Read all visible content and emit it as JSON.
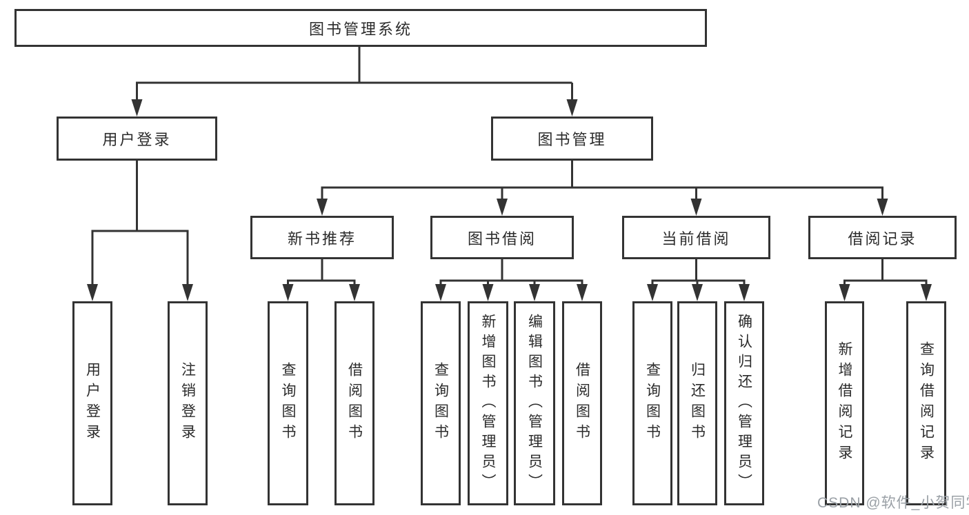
{
  "diagram": {
    "watermark": "CSDN @软件_小贺同学",
    "colors": {
      "line": "#333333",
      "box_border": "#333333",
      "box_fill": "#ffffff",
      "text": "#2b2b2b",
      "watermark": "#9aa0a6"
    },
    "tree": {
      "label": "图书管理系统",
      "children": [
        {
          "label": "用户登录",
          "children": [
            {
              "label": "用户登录"
            },
            {
              "label": "注销登录"
            }
          ]
        },
        {
          "label": "图书管理",
          "children": [
            {
              "label": "新书推荐",
              "children": [
                {
                  "label": "查询图书"
                },
                {
                  "label": "借阅图书"
                }
              ]
            },
            {
              "label": "图书借阅",
              "children": [
                {
                  "label": "查询图书"
                },
                {
                  "label": "新增图书（管理员）"
                },
                {
                  "label": "编辑图书（管理员）"
                },
                {
                  "label": "借阅图书"
                }
              ]
            },
            {
              "label": "当前借阅",
              "children": [
                {
                  "label": "查询图书"
                },
                {
                  "label": "归还图书"
                },
                {
                  "label": "确认归还（管理员）"
                }
              ]
            },
            {
              "label": "借阅记录",
              "children": [
                {
                  "label": "新增借阅记录"
                },
                {
                  "label": "查询借阅记录"
                }
              ]
            }
          ]
        }
      ]
    }
  }
}
